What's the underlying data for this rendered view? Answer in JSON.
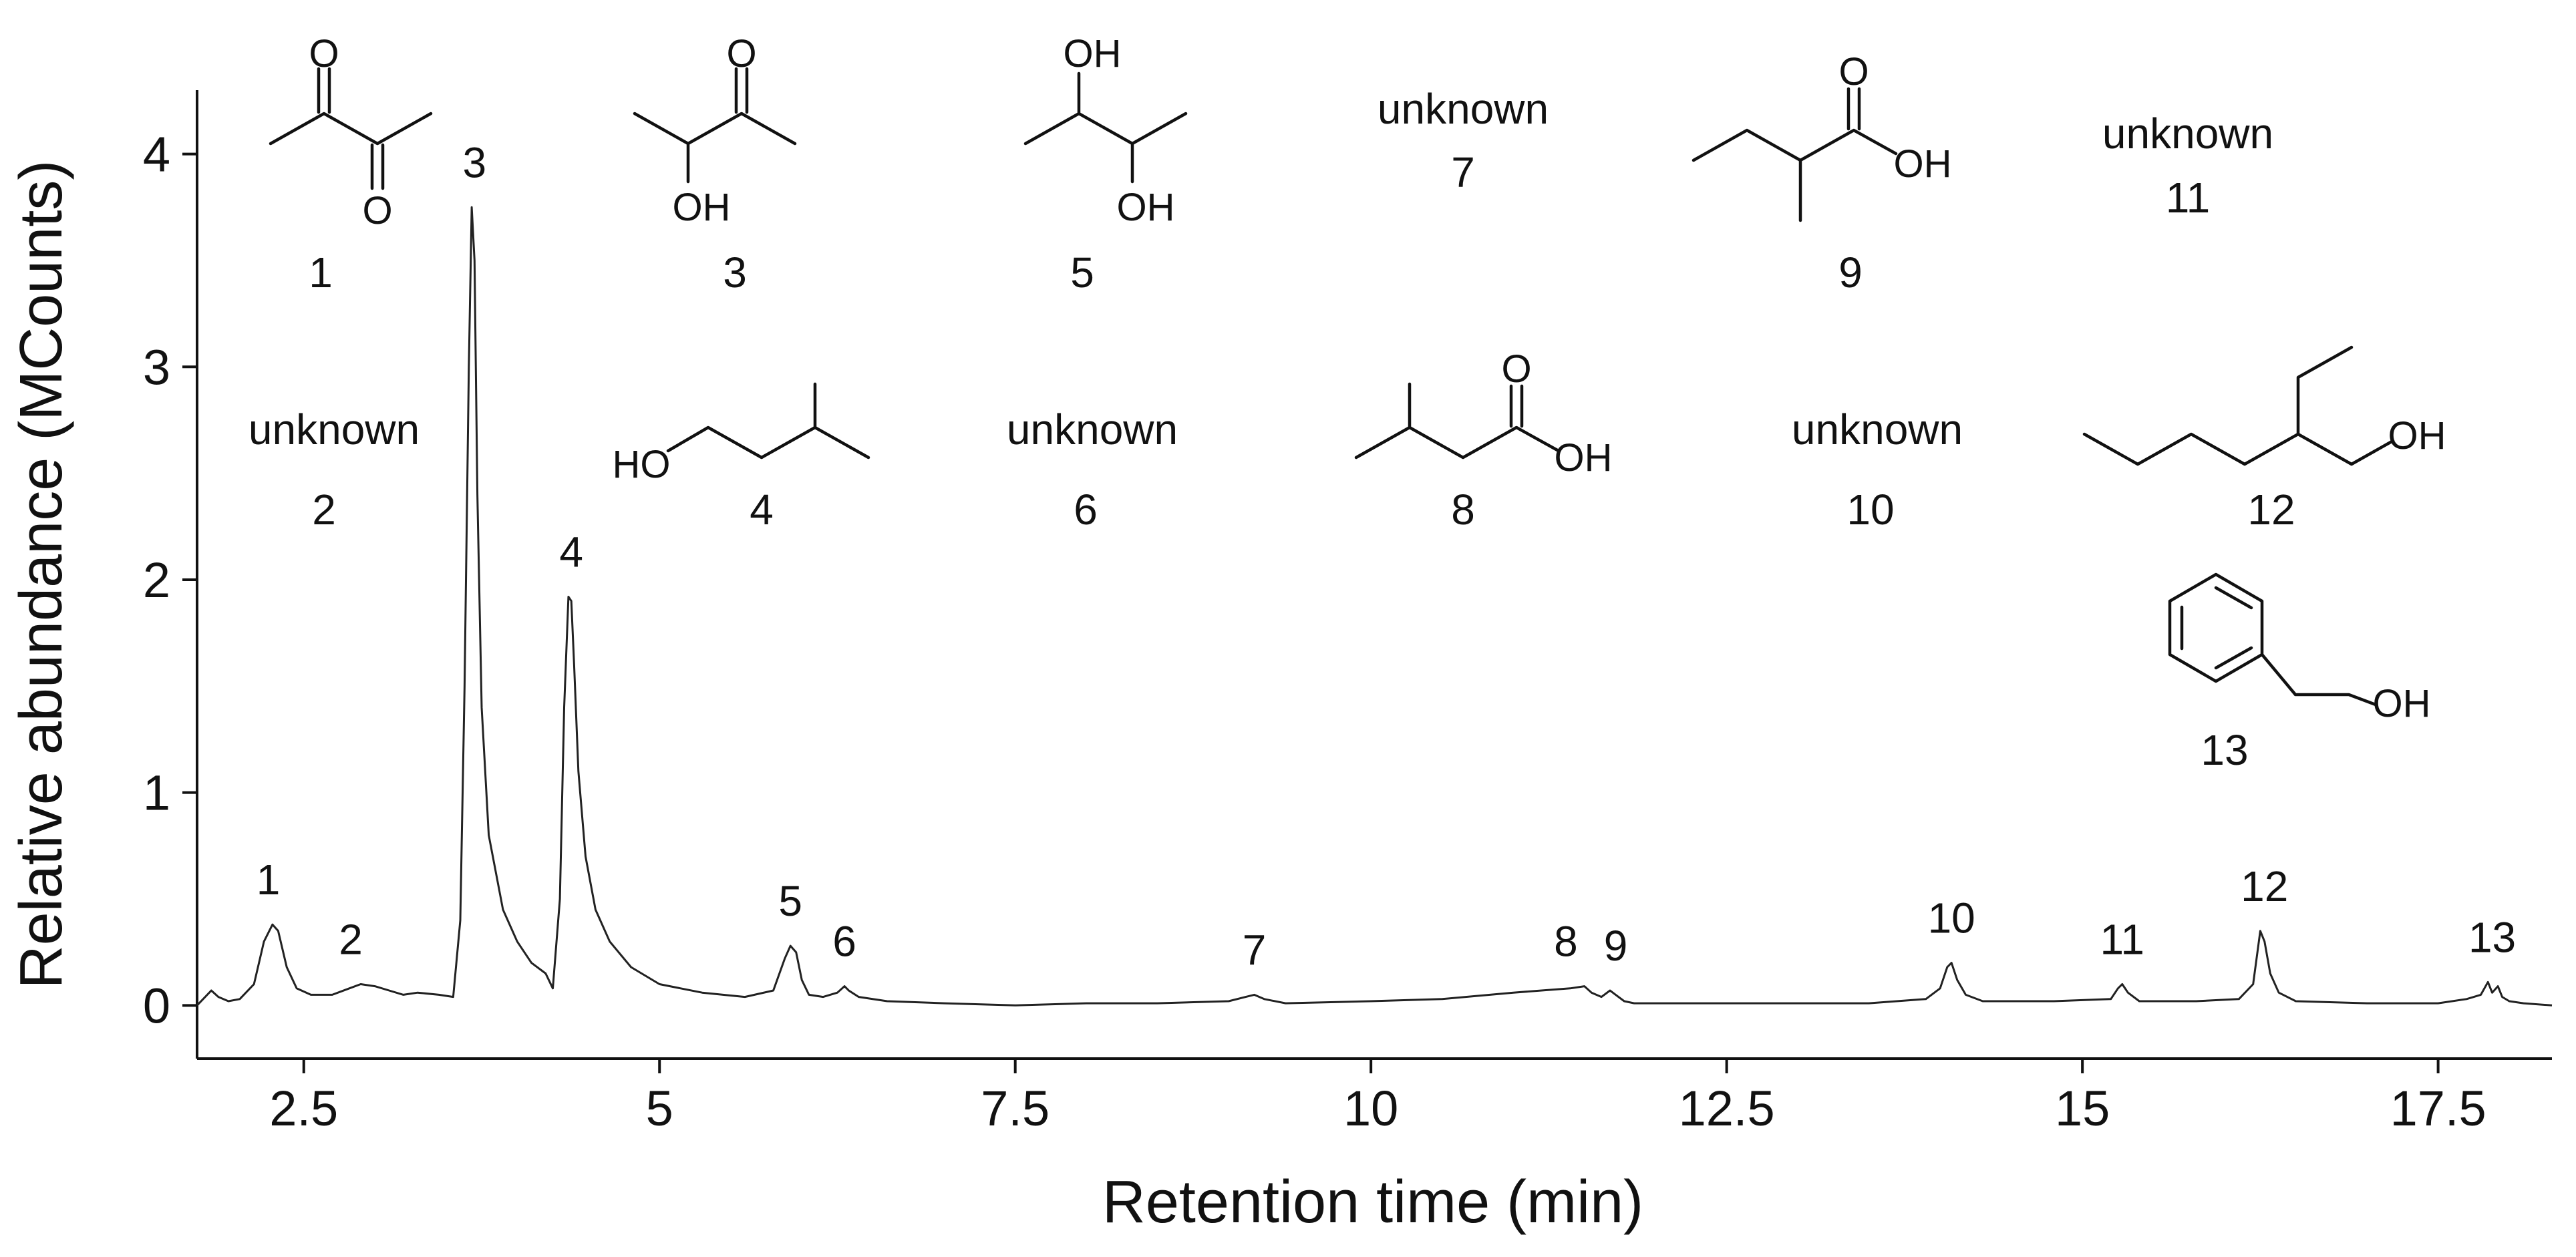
{
  "chart_data": {
    "type": "line",
    "xlabel": "Retention time (min)",
    "ylabel": "Relative abundance (MCounts)",
    "xlim": [
      1.75,
      18.3
    ],
    "ylim": [
      -0.25,
      4.3
    ],
    "x_ticks": [
      2.5,
      5,
      7.5,
      10,
      12.5,
      15,
      17.5
    ],
    "x_tick_labels": [
      "2.5",
      "5",
      "7.5",
      "10",
      "12.5",
      "15",
      "17.5"
    ],
    "y_ticks": [
      0,
      1,
      2,
      3,
      4
    ],
    "y_tick_labels": [
      "0",
      "1",
      "2",
      "3",
      "4"
    ],
    "grid": false,
    "legend": "none",
    "series": [
      {
        "x": [
          1.75,
          1.85,
          1.9,
          1.97,
          2.05,
          2.15,
          2.22,
          2.28,
          2.32,
          2.38,
          2.45,
          2.55,
          2.7,
          2.82,
          2.9,
          3.0,
          3.1,
          3.2,
          3.3,
          3.45,
          3.55,
          3.6,
          3.63,
          3.66,
          3.68,
          3.7,
          3.72,
          3.75,
          3.8,
          3.9,
          4.0,
          4.1,
          4.2,
          4.25,
          4.3,
          4.33,
          4.36,
          4.38,
          4.4,
          4.43,
          4.48,
          4.55,
          4.65,
          4.8,
          5.0,
          5.3,
          5.6,
          5.8,
          5.88,
          5.92,
          5.96,
          6.0,
          6.05,
          6.15,
          6.25,
          6.3,
          6.33,
          6.4,
          6.6,
          7.0,
          7.5,
          8.0,
          8.5,
          9.0,
          9.12,
          9.18,
          9.25,
          9.4,
          10.0,
          10.5,
          11.0,
          11.4,
          11.5,
          11.55,
          11.62,
          11.68,
          11.72,
          11.78,
          11.85,
          12.5,
          13.5,
          13.9,
          14.0,
          14.05,
          14.08,
          14.12,
          14.18,
          14.3,
          14.8,
          15.2,
          15.25,
          15.28,
          15.32,
          15.4,
          15.8,
          16.1,
          16.2,
          16.25,
          16.28,
          16.32,
          16.38,
          16.5,
          17.0,
          17.5,
          17.7,
          17.8,
          17.85,
          17.88,
          17.92,
          17.95,
          18.0,
          18.1,
          18.3
        ],
        "y": [
          0.0,
          0.07,
          0.04,
          0.02,
          0.03,
          0.1,
          0.3,
          0.38,
          0.35,
          0.18,
          0.08,
          0.05,
          0.05,
          0.08,
          0.1,
          0.09,
          0.07,
          0.05,
          0.06,
          0.05,
          0.04,
          0.4,
          1.5,
          3.0,
          3.75,
          3.5,
          2.4,
          1.4,
          0.8,
          0.45,
          0.3,
          0.2,
          0.15,
          0.08,
          0.5,
          1.4,
          1.92,
          1.9,
          1.6,
          1.1,
          0.7,
          0.45,
          0.3,
          0.18,
          0.1,
          0.06,
          0.04,
          0.07,
          0.22,
          0.28,
          0.25,
          0.12,
          0.05,
          0.04,
          0.06,
          0.09,
          0.07,
          0.04,
          0.02,
          0.01,
          0.0,
          0.01,
          0.01,
          0.02,
          0.04,
          0.05,
          0.03,
          0.01,
          0.02,
          0.03,
          0.06,
          0.08,
          0.09,
          0.06,
          0.04,
          0.07,
          0.05,
          0.02,
          0.01,
          0.01,
          0.01,
          0.03,
          0.08,
          0.18,
          0.2,
          0.12,
          0.05,
          0.02,
          0.02,
          0.03,
          0.08,
          0.1,
          0.06,
          0.02,
          0.02,
          0.03,
          0.1,
          0.35,
          0.3,
          0.15,
          0.06,
          0.02,
          0.01,
          0.01,
          0.03,
          0.05,
          0.11,
          0.06,
          0.09,
          0.04,
          0.02,
          0.01,
          0.0
        ]
      }
    ],
    "peak_labels": [
      {
        "text": "1",
        "x": 2.25,
        "y": 0.38
      },
      {
        "text": "2",
        "x": 2.83,
        "y": 0.1
      },
      {
        "text": "3",
        "x": 3.7,
        "y": 3.75
      },
      {
        "text": "4",
        "x": 4.38,
        "y": 1.92
      },
      {
        "text": "5",
        "x": 5.92,
        "y": 0.28
      },
      {
        "text": "6",
        "x": 6.3,
        "y": 0.09
      },
      {
        "text": "7",
        "x": 9.18,
        "y": 0.05
      },
      {
        "text": "8",
        "x": 11.37,
        "y": 0.09
      },
      {
        "text": "9",
        "x": 11.72,
        "y": 0.07
      },
      {
        "text": "10",
        "x": 14.08,
        "y": 0.2
      },
      {
        "text": "11",
        "x": 15.28,
        "y": 0.1
      },
      {
        "text": "12",
        "x": 16.28,
        "y": 0.35
      },
      {
        "text": "13",
        "x": 17.88,
        "y": 0.11
      }
    ]
  },
  "compounds": [
    {
      "number": "1",
      "structure": "2,3-butanedione",
      "atoms": [
        "O",
        "O"
      ]
    },
    {
      "number": "3",
      "structure": "acetoin",
      "atoms": [
        "O",
        "OH"
      ]
    },
    {
      "number": "5",
      "structure": "2,3-butanediol",
      "atoms": [
        "OH",
        "OH"
      ]
    },
    {
      "number": "7",
      "label": "unknown"
    },
    {
      "number": "9",
      "structure": "2-methylbutanoic acid",
      "atoms": [
        "O",
        "OH"
      ]
    },
    {
      "number": "11",
      "label": "unknown"
    },
    {
      "number": "2",
      "label": "unknown"
    },
    {
      "number": "4",
      "structure": "3-methyl-1-butanol",
      "atoms": [
        "HO"
      ]
    },
    {
      "number": "6",
      "label": "unknown"
    },
    {
      "number": "8",
      "structure": "3-methylbutanoic acid",
      "atoms": [
        "O",
        "OH"
      ]
    },
    {
      "number": "10",
      "label": "unknown"
    },
    {
      "number": "12",
      "structure": "2-ethyl-1-hexanol",
      "atoms": [
        "OH"
      ]
    },
    {
      "number": "13",
      "structure": "2-phenylethanol",
      "atoms": [
        "OH"
      ]
    }
  ]
}
